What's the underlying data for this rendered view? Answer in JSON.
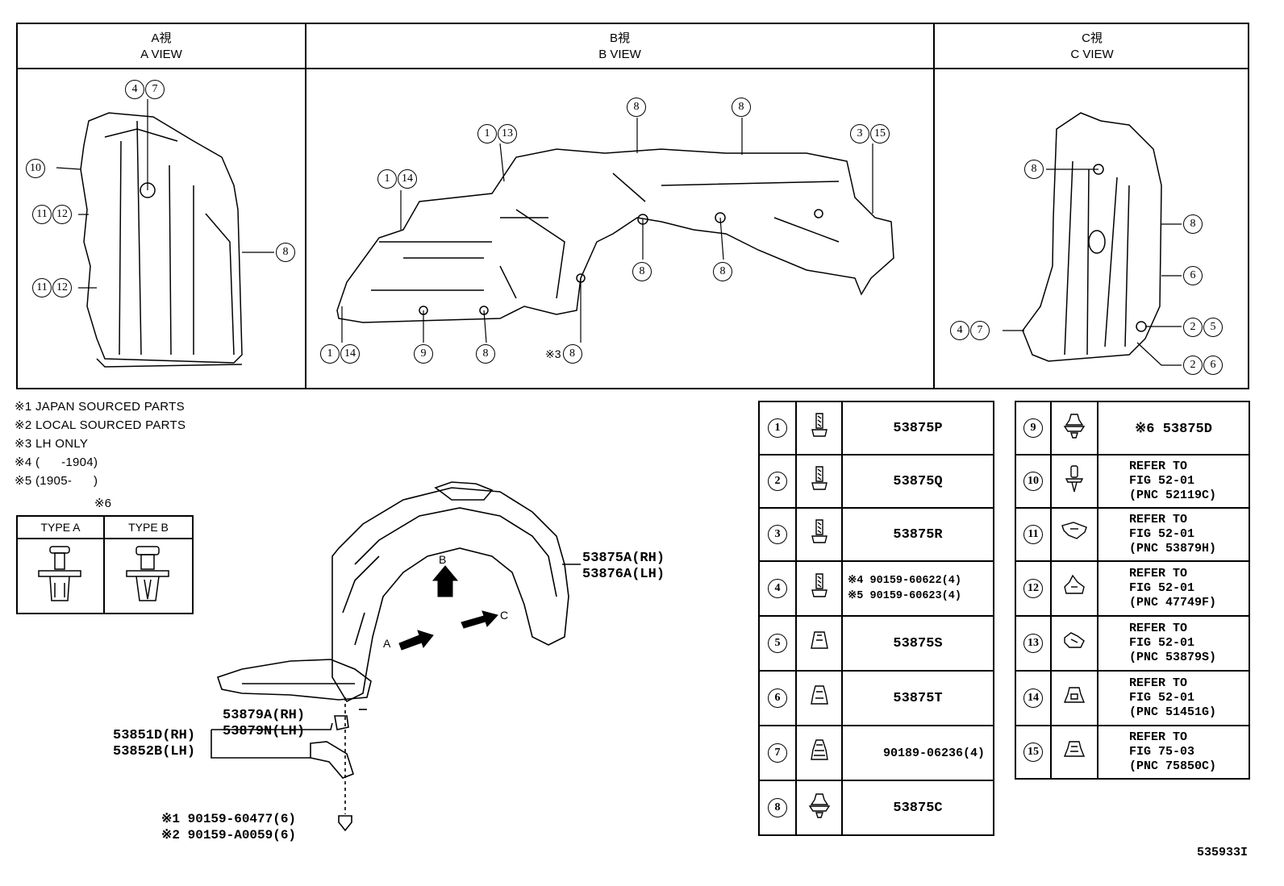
{
  "views": [
    {
      "jp": "A視",
      "en": "A VIEW"
    },
    {
      "jp": "B視",
      "en": "B VIEW"
    },
    {
      "jp": "C視",
      "en": "C VIEW"
    }
  ],
  "callouts": {
    "a_47": [
      "4",
      "7"
    ],
    "a_10": "10",
    "a_1112_top": [
      "11",
      "12"
    ],
    "a_1112_bot": [
      "11",
      "12"
    ],
    "a_8": "8",
    "b_113": [
      "1",
      "13"
    ],
    "b_114_top": [
      "1",
      "14"
    ],
    "b_8_a": "8",
    "b_8_b": "8",
    "b_315": [
      "3",
      "15"
    ],
    "b_8_c": "8",
    "b_8_d": "8",
    "b_114_bot": [
      "1",
      "14"
    ],
    "b_9": "9",
    "b_8_e": "8",
    "b_8_f": "8",
    "b_note3_prefix": "※3",
    "c_8_top": "8",
    "c_8_right": "8",
    "c_6": "6",
    "c_47": [
      "4",
      "7"
    ],
    "c_25": [
      "2",
      "5"
    ],
    "c_26": [
      "2",
      "6"
    ]
  },
  "notes": [
    "※1 JAPAN SOURCED PARTS",
    "※2 LOCAL SOURCED PARTS",
    "※3 LH ONLY",
    "※4 (      -1904)",
    "※5 (1905-      )"
  ],
  "type_table": {
    "title": "※6",
    "headers": [
      "TYPE A",
      "TYPE B"
    ]
  },
  "main_labels": {
    "liner_rh": "53875A(RH)",
    "liner_lh": "53876A(LH)",
    "arrow_a": "A",
    "arrow_b": "B",
    "arrow_c": "C",
    "clip_rh": "53879A(RH)",
    "clip_lh": "53879N(LH)",
    "brkt_rh": "53851D(RH)",
    "brkt_lh": "53852B(LH)",
    "bolt_1": "※1 90159-60477(6)",
    "bolt_2": "※2 90159-A0059(6)"
  },
  "parts_left": [
    {
      "num": "1",
      "text": "53875P"
    },
    {
      "num": "2",
      "text": "53875Q"
    },
    {
      "num": "3",
      "text": "53875R"
    },
    {
      "num": "4",
      "text1": "※4 90159-60622(4)",
      "text2": "※5 90159-60623(4)"
    },
    {
      "num": "5",
      "text": "53875S"
    },
    {
      "num": "6",
      "text": "53875T"
    },
    {
      "num": "7",
      "text": "90189-06236(4)"
    },
    {
      "num": "8",
      "text": "53875C"
    }
  ],
  "parts_right": [
    {
      "num": "9",
      "text": "※6 53875D"
    },
    {
      "num": "10",
      "l1": "REFER TO",
      "l2": "FIG 52-01",
      "l3": "(PNC 52119C)"
    },
    {
      "num": "11",
      "l1": "REFER TO",
      "l2": "FIG 52-01",
      "l3": "(PNC 53879H)"
    },
    {
      "num": "12",
      "l1": "REFER TO",
      "l2": "FIG 52-01",
      "l3": "(PNC 47749F)"
    },
    {
      "num": "13",
      "l1": "REFER TO",
      "l2": "FIG 52-01",
      "l3": "(PNC 53879S)"
    },
    {
      "num": "14",
      "l1": "REFER TO",
      "l2": "FIG 52-01",
      "l3": "(PNC 51451G)"
    },
    {
      "num": "15",
      "l1": "REFER TO",
      "l2": "FIG 75-03",
      "l3": "(PNC 75850C)"
    }
  ],
  "figure_id": "535933I"
}
